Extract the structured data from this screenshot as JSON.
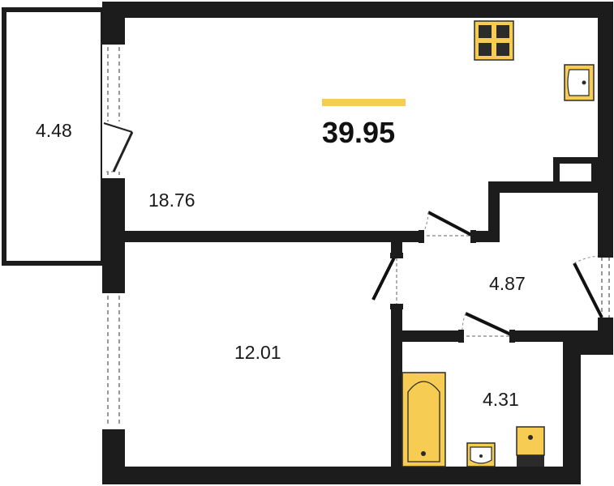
{
  "plan": {
    "total_area": "39.95",
    "rooms": {
      "balcony": "4.48",
      "living_kitchen": "18.76",
      "bedroom": "12.01",
      "hallway": "4.87",
      "bathroom": "4.31"
    }
  },
  "colors": {
    "wall": "#1c1c1c",
    "accent": "#f7cc52",
    "fixture_fill": "#f7cc52",
    "fixture_stroke": "#2b2b2b",
    "background": "#ffffff"
  },
  "icons": [
    "stove-icon",
    "sink-icon",
    "bathtub-icon",
    "washbasin-icon",
    "toilet-icon"
  ]
}
